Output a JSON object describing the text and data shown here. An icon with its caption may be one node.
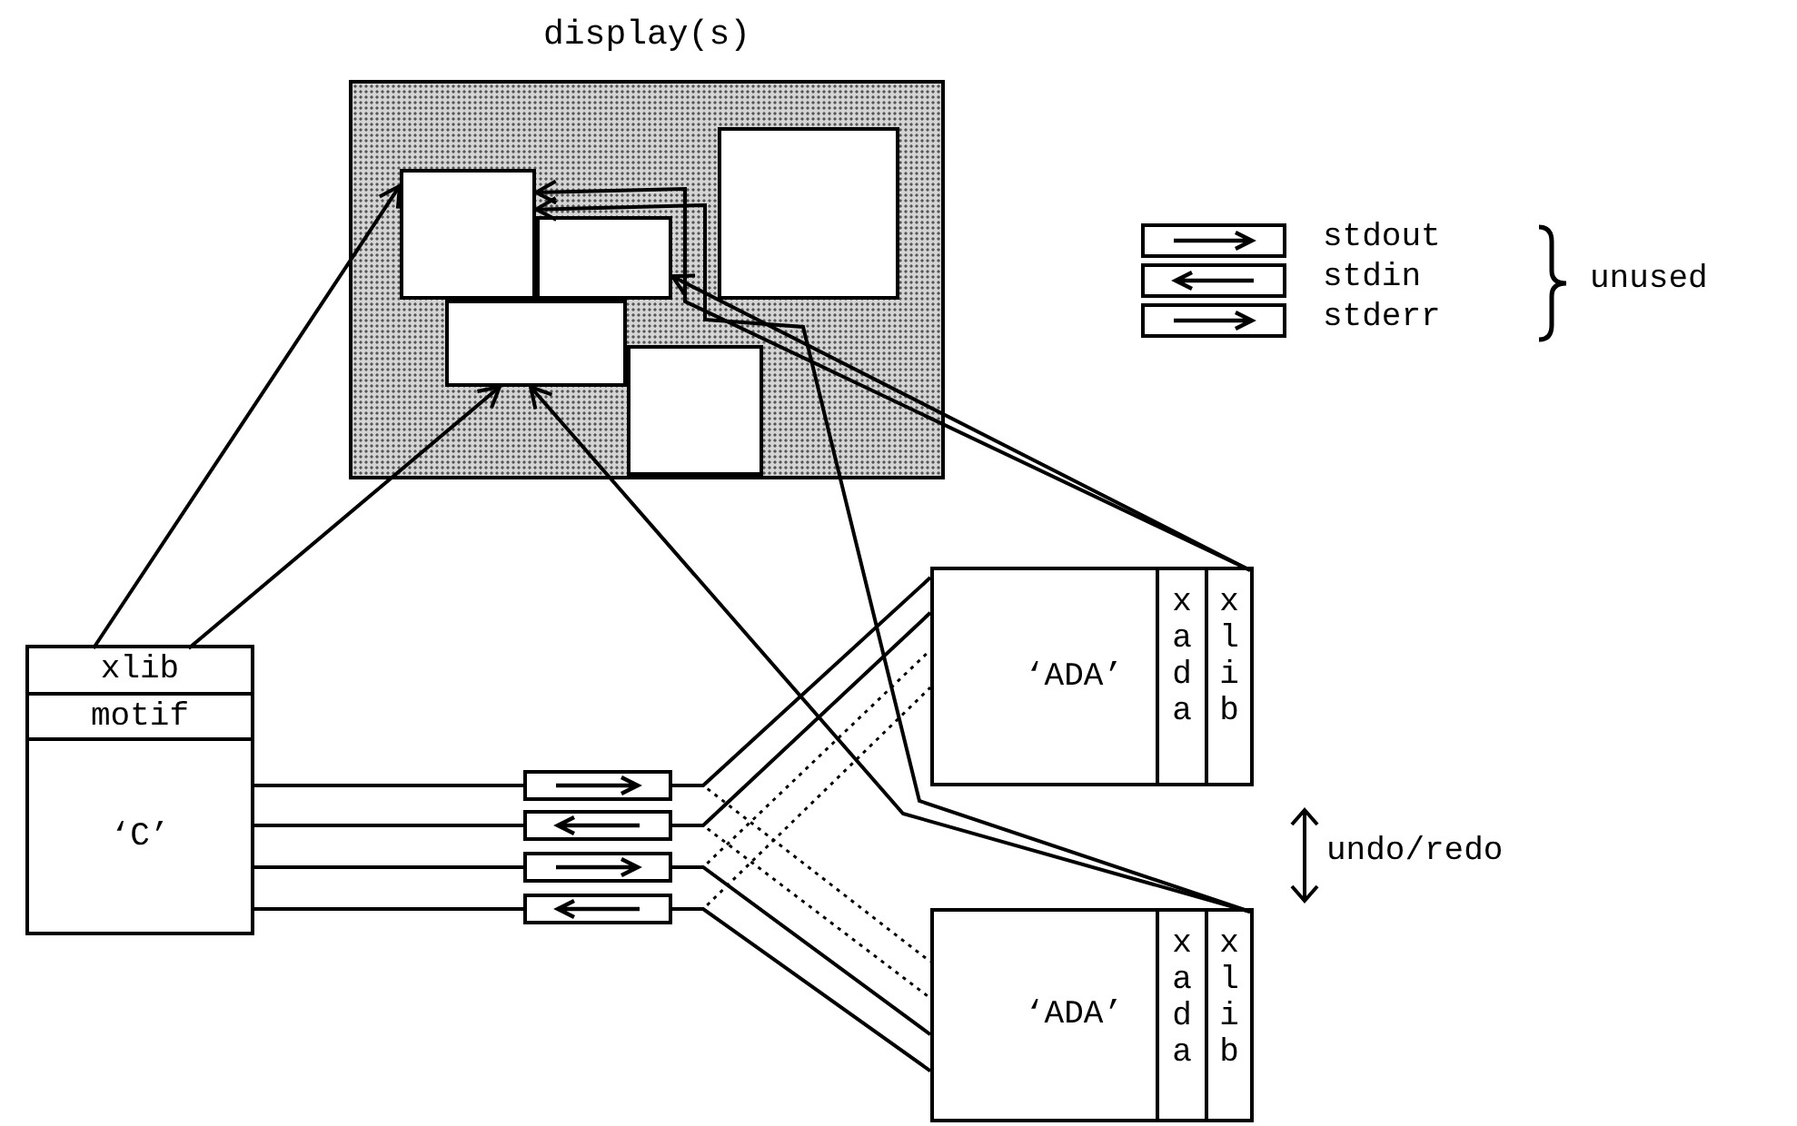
{
  "diagram": {
    "nodes": [
      {
        "text": [
          "display(s)"
        ]
      },
      {
        "text": [],
        "shape": "box",
        "in": 0
      },
      {
        "text": [],
        "shape": "box",
        "in": 0
      },
      {
        "text": [],
        "shape": "box",
        "in": 0
      },
      {
        "text": [],
        "shape": "box",
        "in": 0
      },
      {
        "text": [],
        "shape": "box",
        "in": 0
      },
      {
        "text": [
          "‘C’"
        ]
      },
      {
        "text": [
          "xlib"
        ],
        "in": 6
      },
      {
        "text": [
          "motif"
        ],
        "in": 6
      },
      {
        "text": [],
        "shape": "box"
      },
      {
        "text": [],
        "shape": "box"
      },
      {
        "text": [],
        "shape": "box"
      },
      {
        "text": [],
        "shape": "box"
      },
      {
        "text": [
          "‘ADA’"
        ]
      },
      {
        "text": [
          "xada"
        ],
        "in": 13
      },
      {
        "text": [
          "xlib"
        ],
        "in": 13
      },
      {
        "text": [
          "‘ADA’"
        ]
      },
      {
        "text": [
          "xada"
        ],
        "in": 16
      },
      {
        "text": [
          "xlib"
        ],
        "in": 16
      }
    ],
    "edges": [
      {
        "from": 7,
        "to": 1,
        "arrow": "to"
      },
      {
        "from": 7,
        "to": 2,
        "arrow": "to"
      },
      {
        "from": 15,
        "to": 3,
        "arrow": "to"
      },
      {
        "from": 15,
        "to": 1,
        "arrow": "to"
      },
      {
        "from": 18,
        "to": 1,
        "arrow": "to"
      },
      {
        "from": 18,
        "to": 2,
        "arrow": "to"
      },
      {
        "from": 6,
        "to": 9,
        "arrow": "none"
      },
      {
        "from": 6,
        "to": 10,
        "arrow": "none"
      },
      {
        "from": 6,
        "to": 11,
        "arrow": "none"
      },
      {
        "from": 6,
        "to": 12,
        "arrow": "none"
      },
      {
        "from": 9,
        "to": 13,
        "arrow": "none"
      },
      {
        "from": 9,
        "to": 16,
        "arrow": "none",
        "style": "dashed"
      },
      {
        "from": 10,
        "to": 13,
        "arrow": "none"
      },
      {
        "from": 10,
        "to": 16,
        "arrow": "none",
        "style": "dashed"
      },
      {
        "from": 11,
        "to": 13,
        "arrow": "none",
        "style": "dashed"
      },
      {
        "from": 11,
        "to": 16,
        "arrow": "none"
      },
      {
        "from": 12,
        "to": 13,
        "arrow": "none",
        "style": "dashed"
      },
      {
        "from": 12,
        "to": 16,
        "arrow": "none"
      }
    ],
    "labels": [
      "unused",
      "undo/redo"
    ],
    "legend": [
      {
        "text": "stdout"
      },
      {
        "text": "stdin"
      },
      {
        "text": "stderr"
      }
    ]
  }
}
